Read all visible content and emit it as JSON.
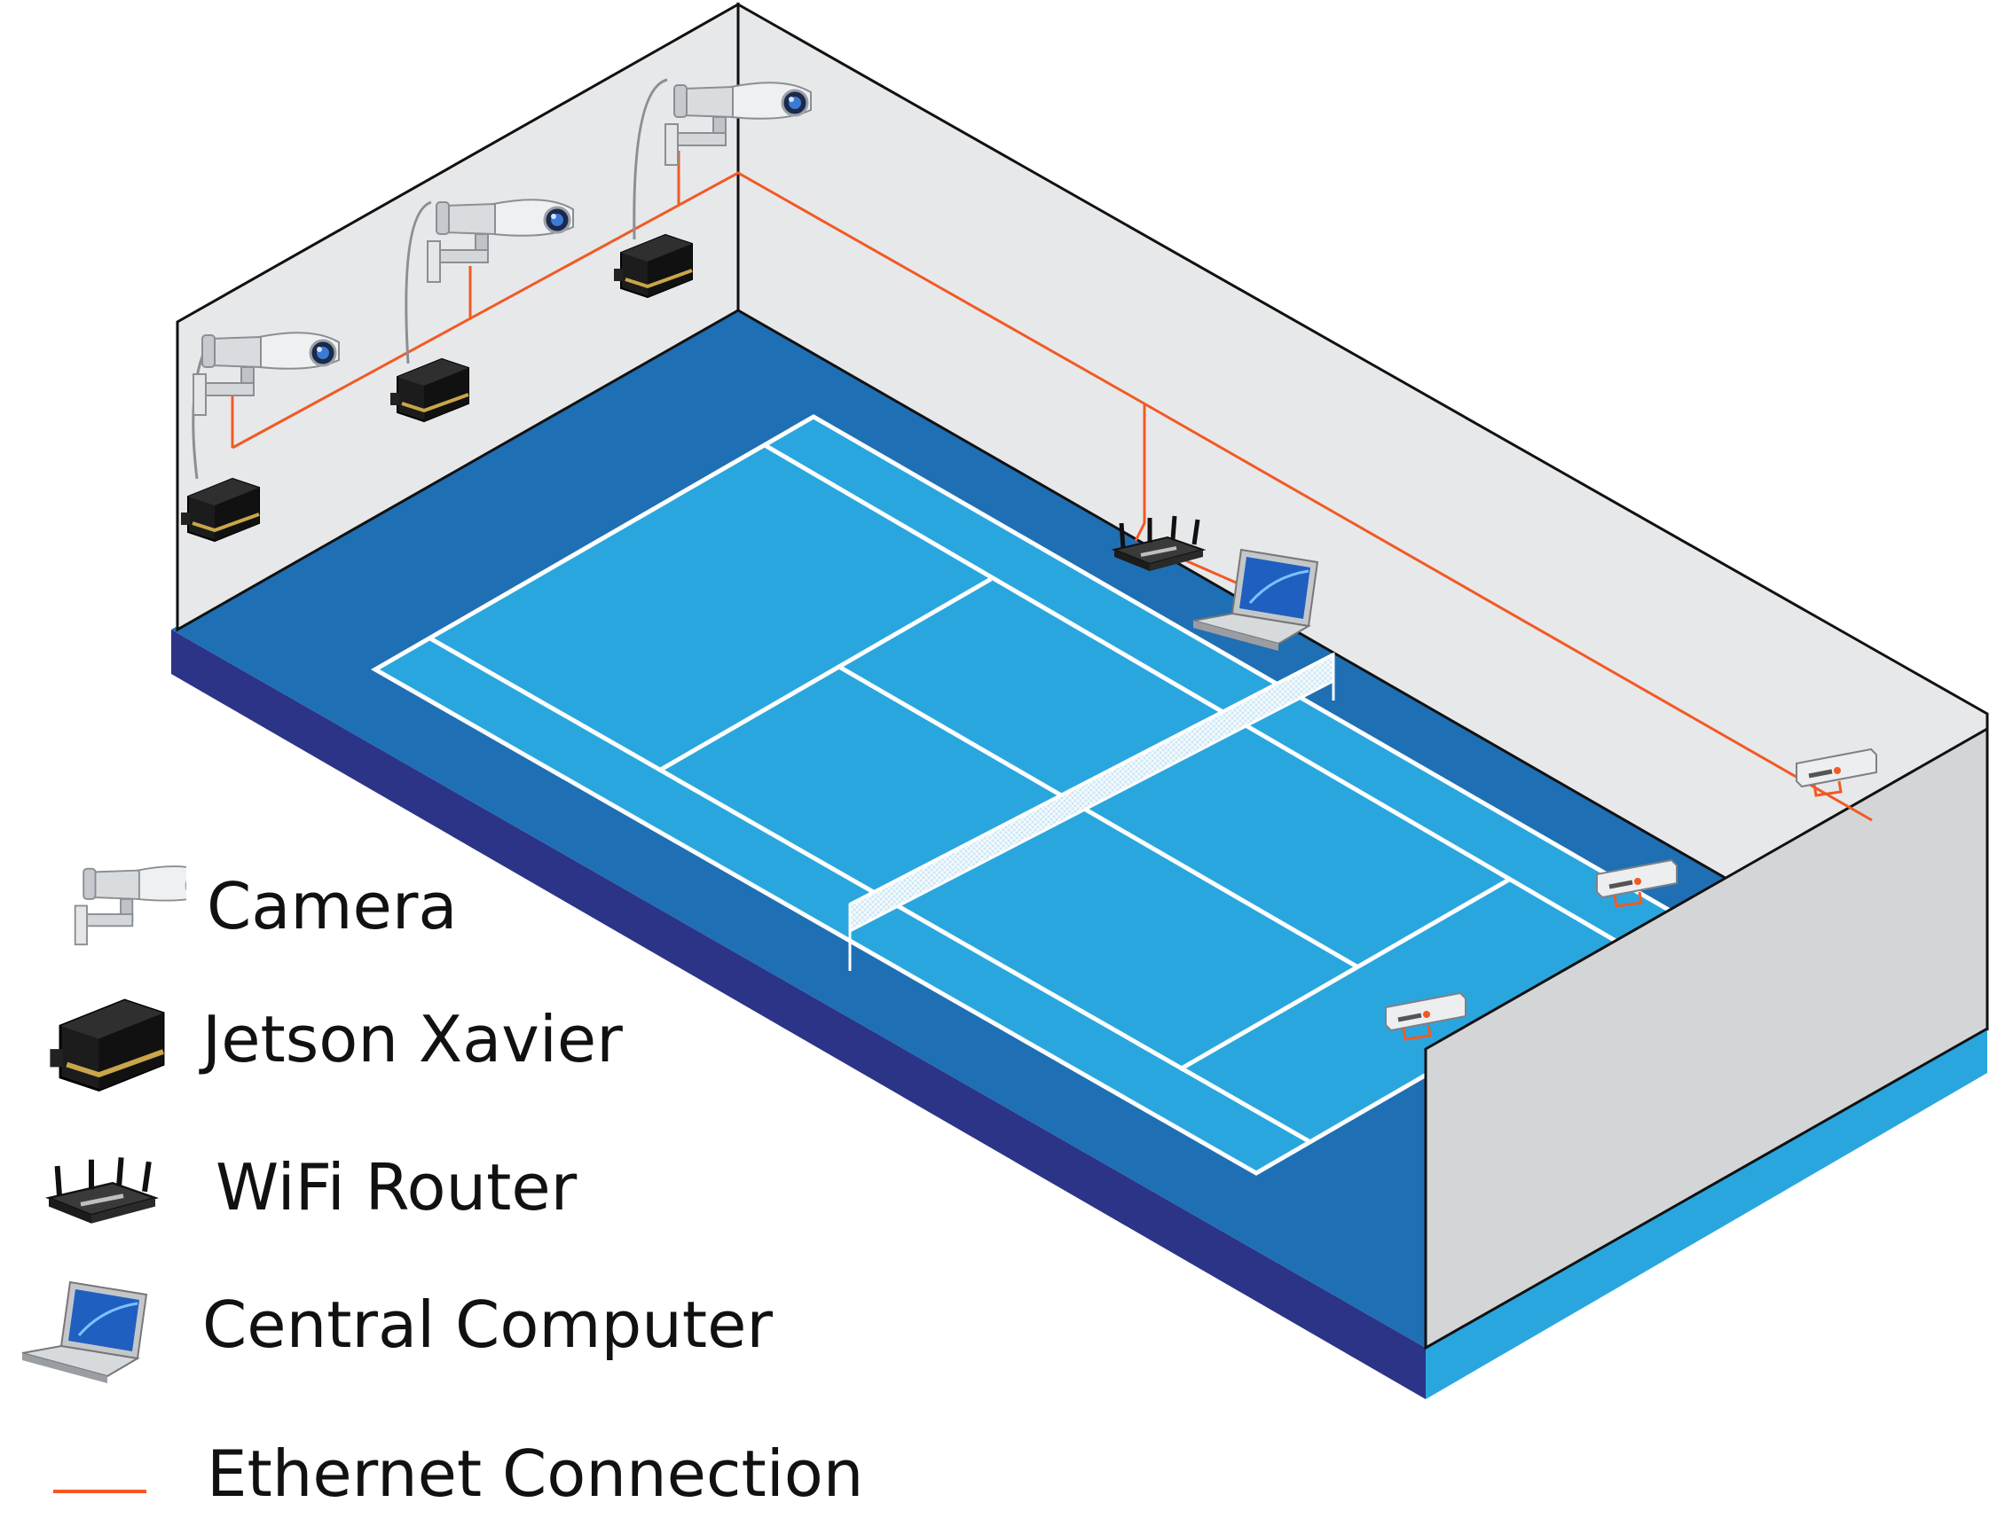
{
  "legend": {
    "camera": "Camera",
    "jetson": "Jetson Xavier",
    "router": "WiFi Router",
    "computer": "Central Computer",
    "ethernet": "Ethernet Connection"
  },
  "colors": {
    "ethernet": "#f15a24",
    "court_surround": "#1f6fb4",
    "court_inner": "#2aa6df",
    "base_side": "#2b3487",
    "wall": "#e7e8ea",
    "right_wall": "#d4d5d7",
    "outline": "#111111"
  }
}
